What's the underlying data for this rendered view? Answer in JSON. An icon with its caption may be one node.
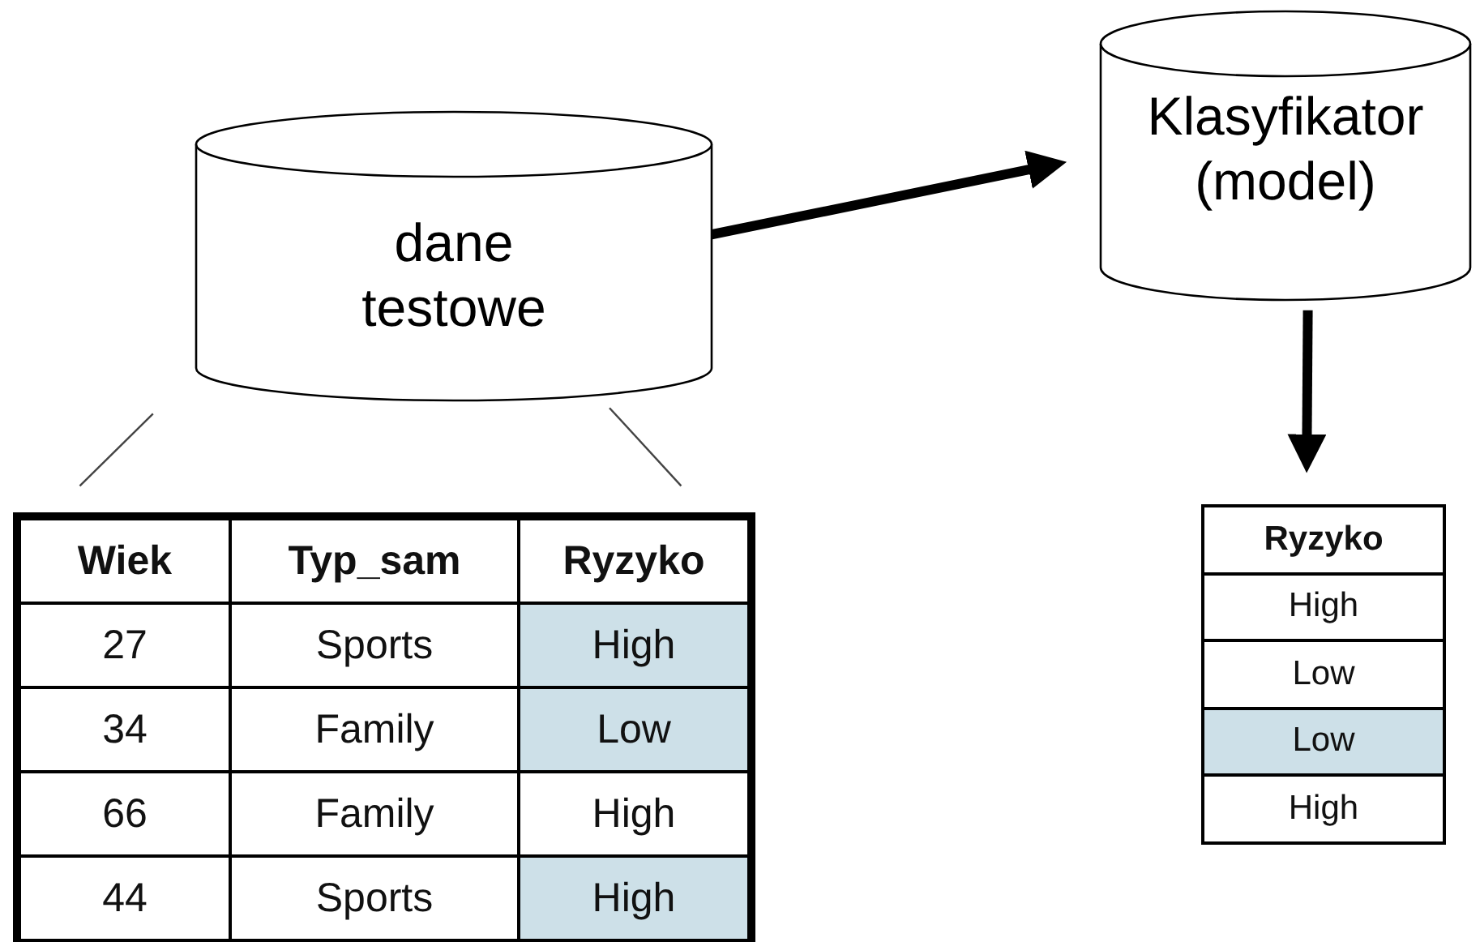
{
  "diagram": {
    "nodes": [
      {
        "text": [
          "dane testowe"
        ]
      },
      {
        "text": [
          "Klasyfikator (model)"
        ]
      },
      {
        "text": [
          "Wiek",
          "Typ_sam",
          "Ryzyko",
          "27",
          "Sports",
          "High",
          "34",
          "Family",
          "Low",
          "66",
          "Family",
          "High",
          "44",
          "Sports",
          "High"
        ]
      },
      {
        "text": [
          "Ryzyko",
          "High",
          "Low",
          "Low",
          "High"
        ]
      }
    ],
    "edges": [
      {
        "from": 0,
        "to": 1,
        "arrow": "to",
        "style": "thick"
      },
      {
        "from": 1,
        "to": 3,
        "arrow": "to",
        "style": "thick"
      },
      {
        "from": 0,
        "to": 2,
        "arrow": "none"
      },
      {
        "from": 0,
        "to": 2,
        "arrow": "none"
      }
    ]
  }
}
